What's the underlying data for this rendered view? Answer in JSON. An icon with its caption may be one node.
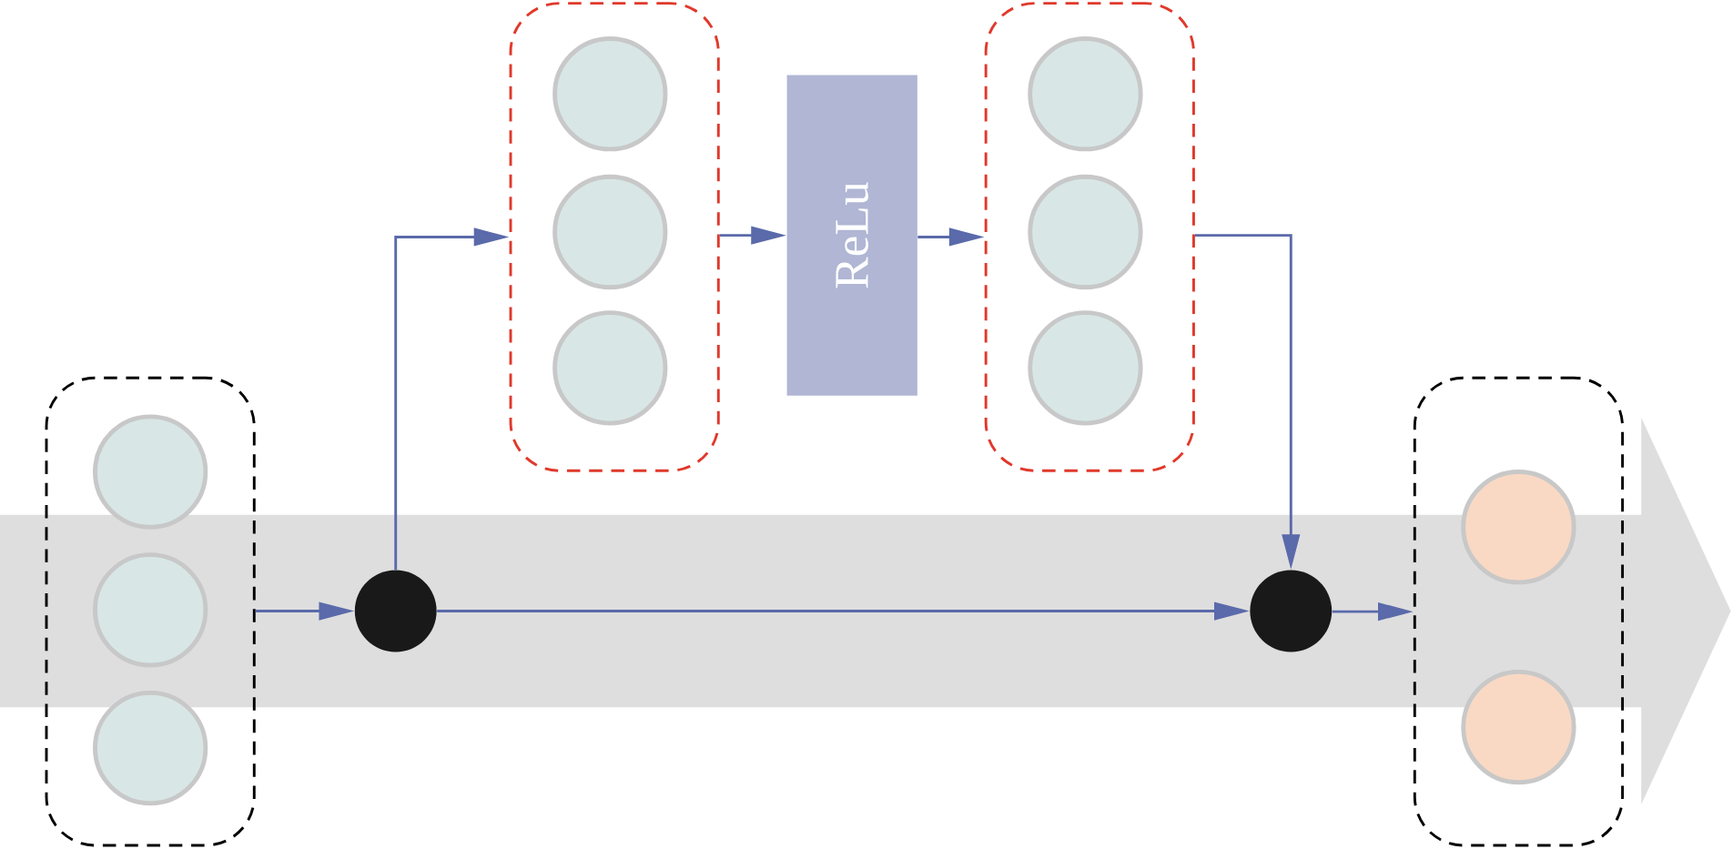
{
  "diagram": {
    "nodes": [
      {
        "text": [],
        "shape": "box"
      },
      {
        "text": [],
        "shape": "circle",
        "in": 0
      },
      {
        "text": [],
        "shape": "circle",
        "in": 0
      },
      {
        "text": [],
        "shape": "circle",
        "in": 0
      },
      {
        "text": [],
        "shape": "circle"
      },
      {
        "text": [],
        "shape": "box"
      },
      {
        "text": [],
        "shape": "circle",
        "in": 5
      },
      {
        "text": [],
        "shape": "circle",
        "in": 5
      },
      {
        "text": [],
        "shape": "circle",
        "in": 5
      },
      {
        "text": [
          "ReLu"
        ]
      },
      {
        "text": [],
        "shape": "box"
      },
      {
        "text": [],
        "shape": "circle",
        "in": 10
      },
      {
        "text": [],
        "shape": "circle",
        "in": 10
      },
      {
        "text": [],
        "shape": "circle",
        "in": 10
      },
      {
        "text": [],
        "shape": "circle"
      },
      {
        "text": [],
        "shape": "box"
      },
      {
        "text": [],
        "shape": "circle",
        "in": 15
      },
      {
        "text": [],
        "shape": "circle",
        "in": 15
      }
    ],
    "edges": [
      {
        "from": 0,
        "to": 4,
        "arrow": "to"
      },
      {
        "from": 4,
        "to": 5,
        "arrow": "to"
      },
      {
        "from": 5,
        "to": 9,
        "arrow": "to"
      },
      {
        "from": 9,
        "to": 10,
        "arrow": "to"
      },
      {
        "from": 10,
        "to": 14,
        "arrow": "to"
      },
      {
        "from": 4,
        "to": 14,
        "arrow": "to"
      },
      {
        "from": 14,
        "to": 15,
        "arrow": "to"
      }
    ]
  }
}
